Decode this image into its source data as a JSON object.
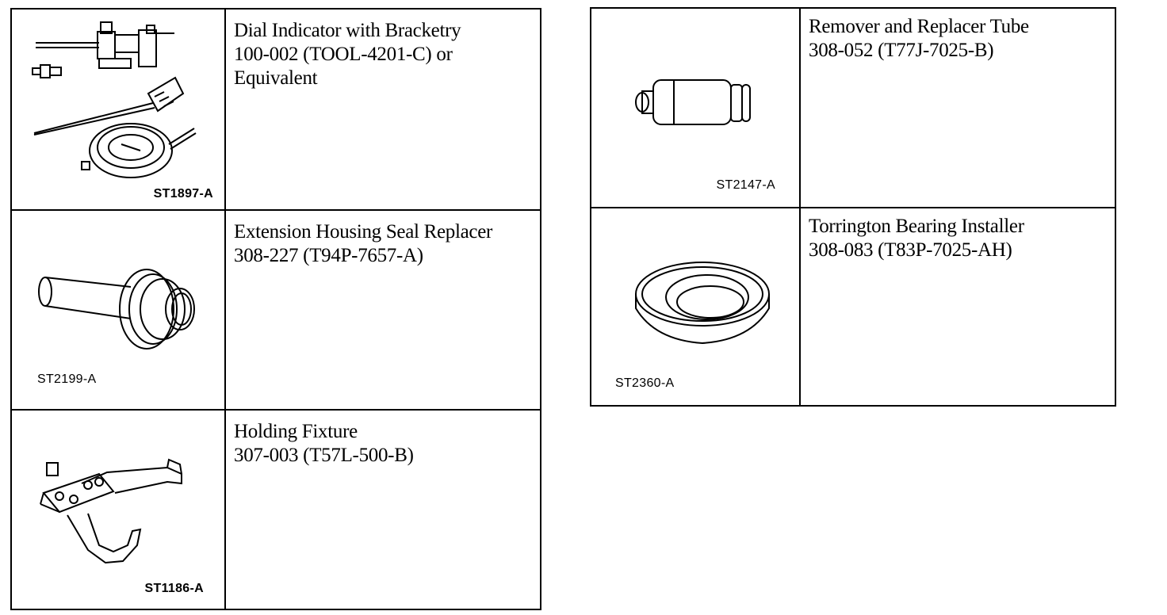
{
  "left_table": [
    {
      "code": "ST1897-A",
      "name": "Dial Indicator with Bracketry",
      "number": "100-002 (TOOL-4201-C) or Equivalent",
      "icon": "dial-indicator-icon"
    },
    {
      "code": "ST2199-A",
      "name": "Extension Housing Seal Replacer",
      "number": "308-227 (T94P-7657-A)",
      "icon": "seal-replacer-icon"
    },
    {
      "code": "ST1186-A",
      "name": "Holding Fixture",
      "number": "307-003 (T57L-500-B)",
      "icon": "holding-fixture-icon"
    }
  ],
  "right_table": [
    {
      "code": "ST2147-A",
      "name": "Remover and Replacer Tube",
      "number": "308-052 (T77J-7025-B)",
      "icon": "replacer-tube-icon"
    },
    {
      "code": "ST2360-A",
      "name": "Torrington Bearing Installer",
      "number": "308-083 (T83P-7025-AH)",
      "icon": "bearing-installer-icon"
    }
  ]
}
